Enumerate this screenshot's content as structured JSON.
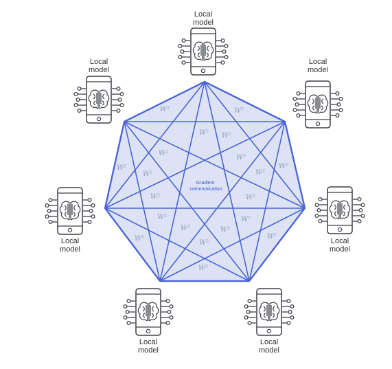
{
  "center_label": [
    "Gradient",
    "communication"
  ],
  "edge_weight_label": "W²",
  "node_label": [
    "Local",
    "model"
  ],
  "node_count": 7,
  "colors": {
    "edge": "#4a64d6",
    "fill": "#dde3f5",
    "device": "#3c3f47",
    "text": "#2b2f36",
    "weight_label": "#8d9bb8"
  },
  "icon": "phone-brain-circuit-icon"
}
